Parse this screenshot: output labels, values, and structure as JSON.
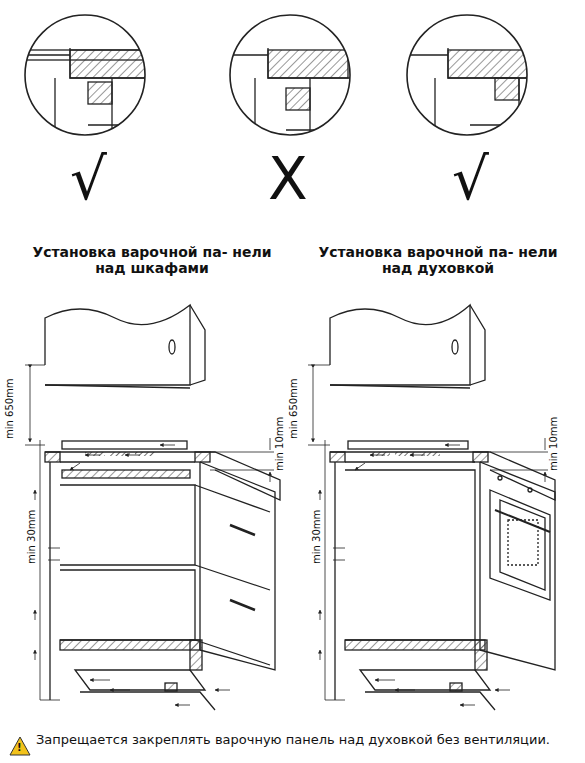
{
  "diagram": {
    "labels": [
      "√",
      "X",
      "√",
      "Установка варочной па- нели над шкафами",
      "Установка варочной па- нели над духовкой",
      "min 650mm",
      "min 10mm",
      "min 30mm",
      "min 650mm",
      "min 10mm",
      "min 30mm",
      "!",
      "Запрещается закреплять варочную панель над духовкой без вентиляции."
    ]
  }
}
